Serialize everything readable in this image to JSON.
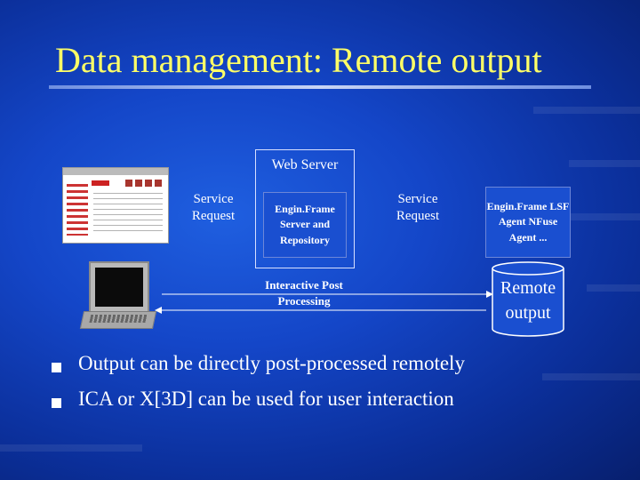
{
  "slide": {
    "title": "Data management: Remote output"
  },
  "diagram": {
    "web_server_label": "Web Server",
    "service_request_left": "Service Request",
    "enginframe_server": "Engin.Frame Server and Repository",
    "service_request_right": "Service Request",
    "enginframe_agents": "Engin.Frame LSF Agent NFuse Agent ...",
    "interactive_post_processing": "Interactive Post Processing",
    "remote_output": "Remote output",
    "browser_icon": "browser-screenshot-icon",
    "laptop_icon": "laptop-icon",
    "storage_icon": "cylinder-storage-icon"
  },
  "bullets": [
    "Output can be directly post-processed remotely",
    "ICA or X[3D] can be used for user interaction"
  ],
  "colors": {
    "background": "#1446c8",
    "title": "#ffff66",
    "box_fill": "#1a4fd0",
    "text": "#ffffff"
  }
}
